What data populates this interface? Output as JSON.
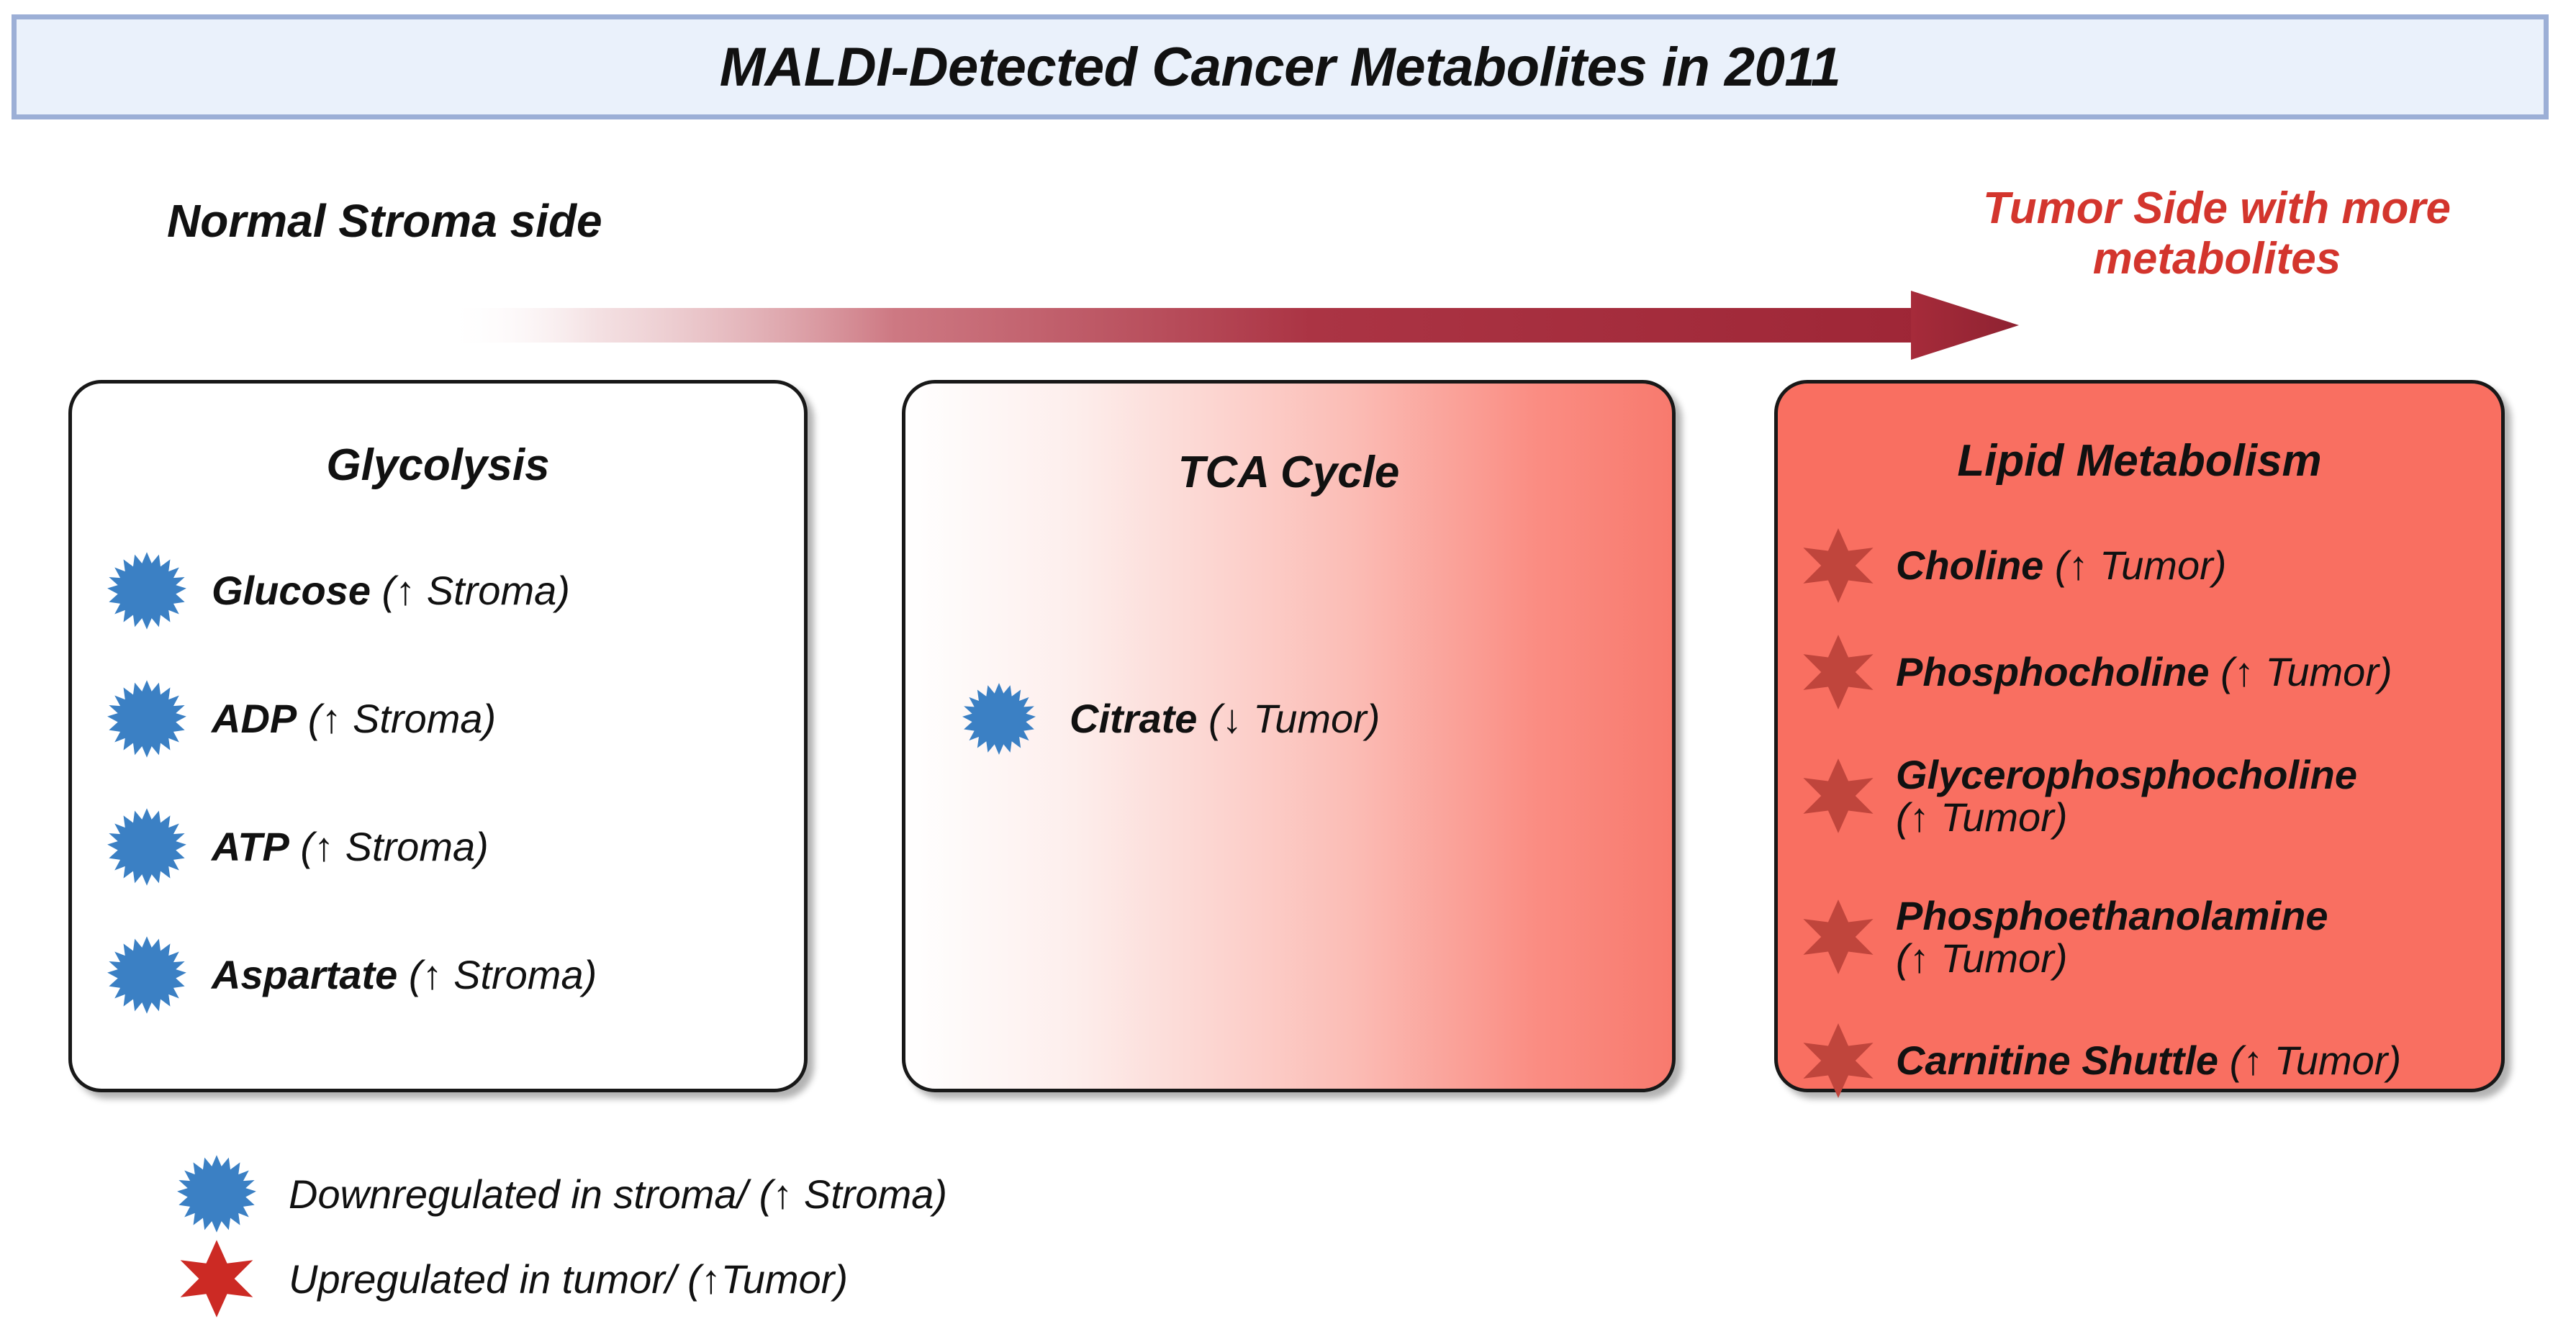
{
  "title": {
    "text": "MALDI-Detected Cancer Metabolites in 2011",
    "banner_bg": "#eaf1fb",
    "banner_border": "#9cafd6"
  },
  "axis": {
    "left_label": "Normal Stroma side",
    "right_label_line1": "Tumor Side with more",
    "right_label_line2": "metabolites",
    "right_label_color": "#d3352d",
    "arrow_icon": "right-arrow-gradient-icon",
    "arrow_color": "#a62b3a"
  },
  "panels": [
    {
      "id": "glycolysis",
      "title": "Glycolysis",
      "background": "#ffffff",
      "marker": "blue-starburst-icon",
      "marker_color": "#3b80c4",
      "items": [
        {
          "name": "Glucose",
          "direction": "(↑ Stroma)"
        },
        {
          "name": "ADP",
          "direction": "(↑ Stroma)"
        },
        {
          "name": "ATP",
          "direction": "(↑ Stroma)"
        },
        {
          "name": "Aspartate",
          "direction": "(↑ Stroma)"
        }
      ]
    },
    {
      "id": "tca",
      "title": "TCA Cycle",
      "background": "gradient-white-to-salmon",
      "marker": "blue-starburst-icon",
      "marker_color": "#3b80c4",
      "items": [
        {
          "name": "Citrate",
          "direction": "(↓ Tumor)"
        }
      ]
    },
    {
      "id": "lipid",
      "title": "Lipid Metabolism",
      "background": "#f96f61",
      "marker": "red-six-point-star-icon",
      "marker_color": "#c0453c",
      "items": [
        {
          "name": "Choline",
          "direction": "(↑ Tumor)",
          "wrap": false
        },
        {
          "name": "Phosphocholine",
          "direction": "(↑ Tumor)",
          "wrap": false
        },
        {
          "name": "Glycerophosphocholine",
          "direction": "(↑ Tumor)",
          "wrap": true
        },
        {
          "name": "Phosphoethanolamine",
          "direction": "(↑ Tumor)",
          "wrap": true
        },
        {
          "name": "Carnitine Shuttle",
          "direction": "(↑ Tumor)",
          "wrap": false
        }
      ]
    }
  ],
  "legend": {
    "rows": [
      {
        "marker": "blue-starburst-icon",
        "marker_color": "#3b80c4",
        "text": "Downregulated in stroma/ (↑ Stroma)"
      },
      {
        "marker": "red-six-point-star-icon",
        "marker_color": "#cc2a24",
        "text": "Upregulated in tumor/ (↑Tumor)"
      }
    ]
  }
}
